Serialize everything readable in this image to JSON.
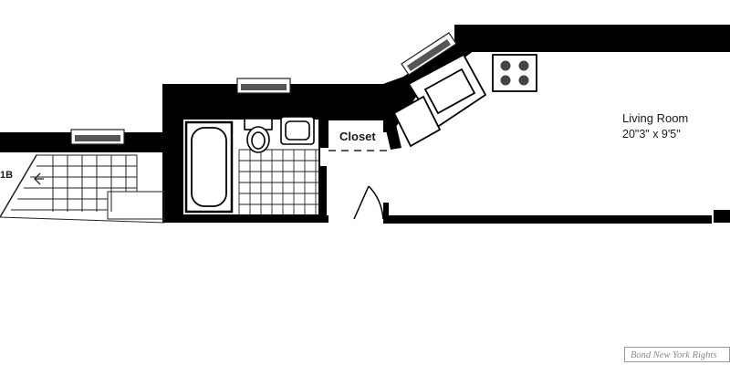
{
  "rooms": {
    "living_room": {
      "name": "Living Room",
      "dimensions": "20\"3\" x 9'5\""
    },
    "closet": {
      "name": "Closet"
    },
    "stair": {
      "label": "1B"
    }
  },
  "watermark": "Bond New York Rights",
  "colors": {
    "wall": "#000000",
    "fixture_line": "#222222",
    "background": "#ffffff",
    "watermark_text": "#8a8a8a"
  },
  "icons": [
    "stove-icon",
    "bathtub-icon",
    "toilet-icon",
    "sink-icon",
    "radiator-icon",
    "stair-arrow-icon",
    "door-swing-icon"
  ]
}
